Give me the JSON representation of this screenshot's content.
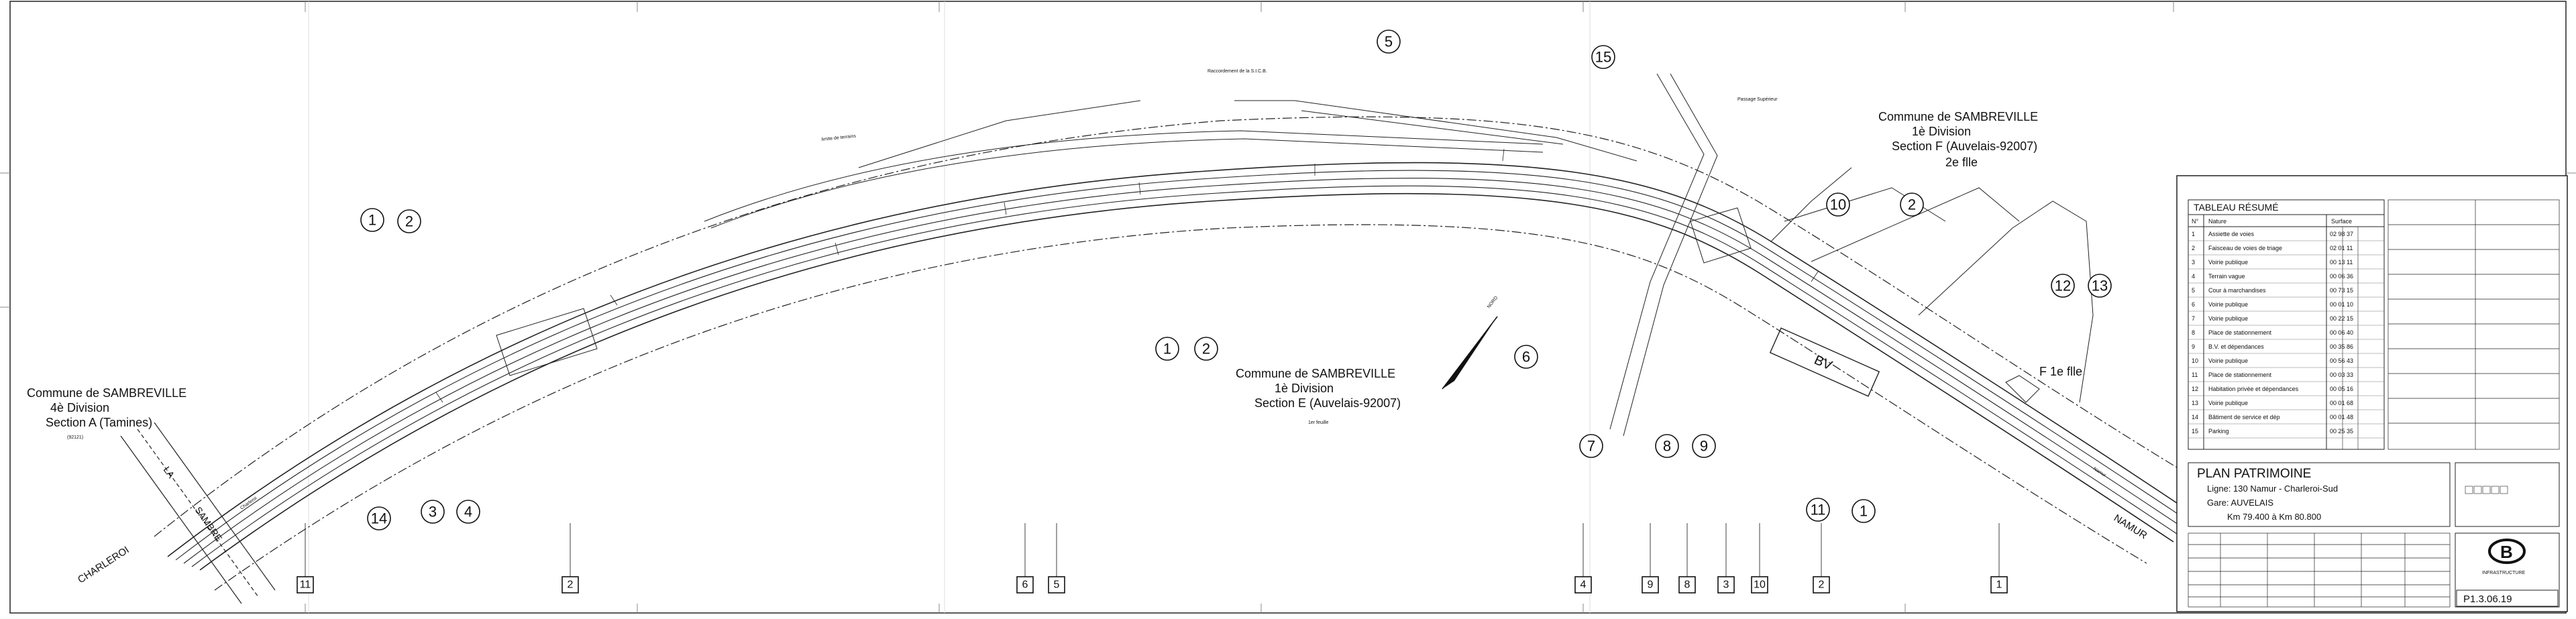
{
  "communes": [
    {
      "lines": [
        "Commune de SAMBREVILLE",
        "4è Division",
        "Section A  (Tamines)",
        "(92121)"
      ]
    },
    {
      "lines": [
        "Commune de SAMBREVILLE",
        "1è Division",
        "Section E  (Auvelais-92007)",
        "1er feuille"
      ]
    },
    {
      "lines": [
        "Commune de SAMBREVILLE",
        "1è Division",
        "Section F  (Auvelais-92007)",
        "2e flle"
      ]
    },
    {
      "lines": [
        "F 1e flle"
      ]
    }
  ],
  "directions": {
    "left": "CHARLEROI",
    "right": "NAMUR"
  },
  "map_labels": {
    "north": "NORD",
    "station_building": "BV",
    "raccordement": "Raccordement de la S.I.C.B.",
    "limite": "limite de terrains",
    "passage": "Passage Supérieur",
    "sambre_a": "LA",
    "sambre_b": "SAMBRE",
    "rails_left": "Charleroi",
    "rails_right": "Namur"
  },
  "callouts": [
    "1",
    "2",
    "3",
    "4",
    "5",
    "1",
    "2",
    "6",
    "7",
    "8",
    "9",
    "10",
    "11",
    "15",
    "2",
    "12",
    "13",
    "1",
    "14"
  ],
  "boxes": [
    "11",
    "2",
    "6",
    "5",
    "4",
    "9",
    "8",
    "3",
    "10",
    "2",
    "1"
  ],
  "summary_table": {
    "title": "TABLEAU RÉSUMÉ",
    "headers": [
      "N°",
      "Nature",
      "Surface"
    ],
    "rows": [
      [
        "1",
        "Assiette de voies",
        "02 98 37"
      ],
      [
        "2",
        "Faisceau de voies de triage",
        "02 01 11"
      ],
      [
        "3",
        "Voirie publique",
        "00 13 11"
      ],
      [
        "4",
        "Terrain vague",
        "00 06 36"
      ],
      [
        "5",
        "Cour à marchandises",
        "00 73 15"
      ],
      [
        "6",
        "Voirie publique",
        "00 01 10"
      ],
      [
        "7",
        "Voirie publique",
        "00 22 15"
      ],
      [
        "8",
        "Place de stationnement",
        "00 06 40"
      ],
      [
        "9",
        "B.V. et dépendances",
        "00 35 86"
      ],
      [
        "10",
        "Voirie publique",
        "00 56 43"
      ],
      [
        "11",
        "Place de stationnement",
        "00 03 33"
      ],
      [
        "12",
        "Habitation privée et dépendances",
        "00 05 16"
      ],
      [
        "13",
        "Voirie publique",
        "00 01 68"
      ],
      [
        "14",
        "Bâtiment de service et dép",
        "00 01 48"
      ],
      [
        "15",
        "Parking",
        "00 25 35"
      ]
    ]
  },
  "plan_title": {
    "line1": "PLAN PATRIMOINE",
    "line2": "Ligne: 130   Namur - Charleroi-Sud",
    "line3": "Gare: AUVELAIS",
    "line4": "Km 79.400 à Km 80.800"
  },
  "company": "INFRASTRUCTURE",
  "drawing_number": "P1.3.06.19"
}
